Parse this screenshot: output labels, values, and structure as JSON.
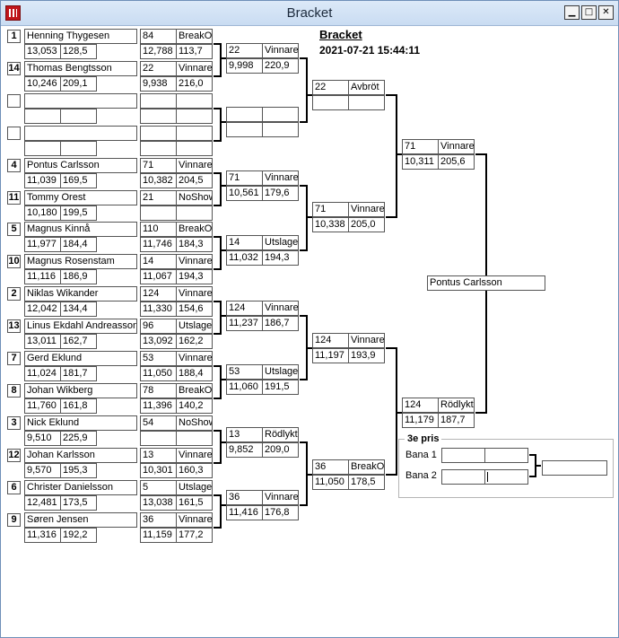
{
  "window": {
    "title": "Bracket",
    "minimize": "▁",
    "maximize": "□",
    "close": "✕"
  },
  "header": {
    "title": "Bracket",
    "datetime": "2021-07-21 15:44:11"
  },
  "r1": [
    {
      "seed": "1",
      "name": "Henning Thygesen",
      "s1": "13,053",
      "s2": "128,5",
      "q_no": "84",
      "q_res": "BreakOut",
      "q_s1": "12,788",
      "q_s2": "113,7"
    },
    {
      "seed": "14",
      "name": "Thomas Bengtsson",
      "s1": "10,246",
      "s2": "209,1",
      "q_no": "22",
      "q_res": "Vinnare",
      "q_s1": "9,938",
      "q_s2": "216,0"
    },
    {
      "seed": "",
      "name": "",
      "s1": "",
      "s2": "",
      "q_no": "",
      "q_res": "",
      "q_s1": "",
      "q_s2": ""
    },
    {
      "seed": "",
      "name": "",
      "s1": "",
      "s2": "",
      "q_no": "",
      "q_res": "",
      "q_s1": "",
      "q_s2": ""
    },
    {
      "seed": "4",
      "name": "Pontus Carlsson",
      "s1": "11,039",
      "s2": "169,5",
      "q_no": "71",
      "q_res": "Vinnare",
      "q_s1": "10,382",
      "q_s2": "204,5"
    },
    {
      "seed": "11",
      "name": "Tommy Orest",
      "s1": "10,180",
      "s2": "199,5",
      "q_no": "21",
      "q_res": "NoShow",
      "q_s1": "",
      "q_s2": ""
    },
    {
      "seed": "5",
      "name": "Magnus Kinnå",
      "s1": "11,977",
      "s2": "184,4",
      "q_no": "110",
      "q_res": "BreakOut",
      "q_s1": "11,746",
      "q_s2": "184,3"
    },
    {
      "seed": "10",
      "name": "Magnus Rosenstam",
      "s1": "11,116",
      "s2": "186,9",
      "q_no": "14",
      "q_res": "Vinnare",
      "q_s1": "11,067",
      "q_s2": "194,3"
    },
    {
      "seed": "2",
      "name": "Niklas Wikander",
      "s1": "12,042",
      "s2": "134,4",
      "q_no": "124",
      "q_res": "Vinnare",
      "q_s1": "11,330",
      "q_s2": "154,6"
    },
    {
      "seed": "13",
      "name": "Linus Ekdahl Andreasson",
      "s1": "13,011",
      "s2": "162,7",
      "q_no": "96",
      "q_res": "Utslagen",
      "q_s1": "13,092",
      "q_s2": "162,2"
    },
    {
      "seed": "7",
      "name": "Gerd Eklund",
      "s1": "11,024",
      "s2": "181,7",
      "q_no": "53",
      "q_res": "Vinnare",
      "q_s1": "11,050",
      "q_s2": "188,4"
    },
    {
      "seed": "8",
      "name": "Johan Wikberg",
      "s1": "11,760",
      "s2": "161,8",
      "q_no": "78",
      "q_res": "BreakOut",
      "q_s1": "11,396",
      "q_s2": "140,2"
    },
    {
      "seed": "3",
      "name": "Nick Eklund",
      "s1": "9,510",
      "s2": "225,9",
      "q_no": "54",
      "q_res": "NoShow",
      "q_s1": "",
      "q_s2": ""
    },
    {
      "seed": "12",
      "name": "Johan Karlsson",
      "s1": "9,570",
      "s2": "195,3",
      "q_no": "13",
      "q_res": "Vinnare",
      "q_s1": "10,301",
      "q_s2": "160,3"
    },
    {
      "seed": "6",
      "name": "Christer Danielsson",
      "s1": "12,481",
      "s2": "173,5",
      "q_no": "5",
      "q_res": "Utslagen",
      "q_s1": "13,038",
      "q_s2": "161,5"
    },
    {
      "seed": "9",
      "name": "Søren Jensen",
      "s1": "11,316",
      "s2": "192,2",
      "q_no": "36",
      "q_res": "Vinnare",
      "q_s1": "11,159",
      "q_s2": "177,2"
    }
  ],
  "r2": [
    {
      "no": "22",
      "res": "Vinnare",
      "s1": "9,998",
      "s2": "220,9"
    },
    {
      "no": "",
      "res": "",
      "s1": "",
      "s2": ""
    },
    {
      "no": "71",
      "res": "Vinnare",
      "s1": "10,561",
      "s2": "179,6"
    },
    {
      "no": "14",
      "res": "Utslagen",
      "s1": "11,032",
      "s2": "194,3"
    },
    {
      "no": "124",
      "res": "Vinnare",
      "s1": "11,237",
      "s2": "186,7"
    },
    {
      "no": "53",
      "res": "Utslagen",
      "s1": "11,060",
      "s2": "191,5"
    },
    {
      "no": "13",
      "res": "Rödlykta",
      "s1": "9,852",
      "s2": "209,0"
    },
    {
      "no": "36",
      "res": "Vinnare",
      "s1": "11,416",
      "s2": "176,8"
    }
  ],
  "r3": [
    {
      "no": "22",
      "res": "Avbröt",
      "s1": "",
      "s2": ""
    },
    {
      "no": "71",
      "res": "Vinnare",
      "s1": "10,338",
      "s2": "205,0"
    },
    {
      "no": "124",
      "res": "Vinnare",
      "s1": "11,197",
      "s2": "193,9"
    },
    {
      "no": "36",
      "res": "BreakOut",
      "s1": "11,050",
      "s2": "178,5"
    }
  ],
  "r4": [
    {
      "no": "71",
      "res": "Vinnare",
      "s1": "10,311",
      "s2": "205,6"
    },
    {
      "no": "124",
      "res": "Rödlykta",
      "s1": "11,179",
      "s2": "187,7"
    }
  ],
  "winner": "Pontus Carlsson",
  "third_place": {
    "legend": "3e pris",
    "lane1": "Bana 1",
    "lane2": "Bana 2"
  }
}
